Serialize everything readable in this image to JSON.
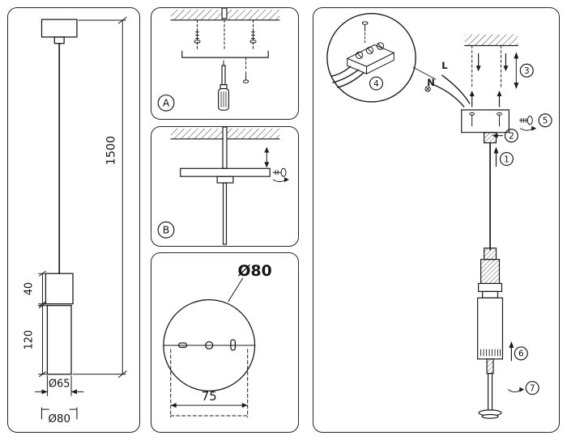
{
  "colors": {
    "line": "#1a1a1a",
    "background": "#ffffff"
  },
  "left_panel": {
    "cable_length": "1500",
    "top_section_height": "40",
    "body_height": "120",
    "body_diameter": "Ø65",
    "canopy_diameter": "Ø80"
  },
  "step_a": {
    "label": "A"
  },
  "step_b": {
    "label": "B"
  },
  "top_view": {
    "canopy_diameter": "Ø80",
    "hole_spacing": "75"
  },
  "assembly": {
    "wire_neutral": "N",
    "wire_live": "L",
    "steps": {
      "s1": "1",
      "s2": "2",
      "s3": "3",
      "s4": "4",
      "s5": "5",
      "s6": "6",
      "s7": "7"
    }
  }
}
